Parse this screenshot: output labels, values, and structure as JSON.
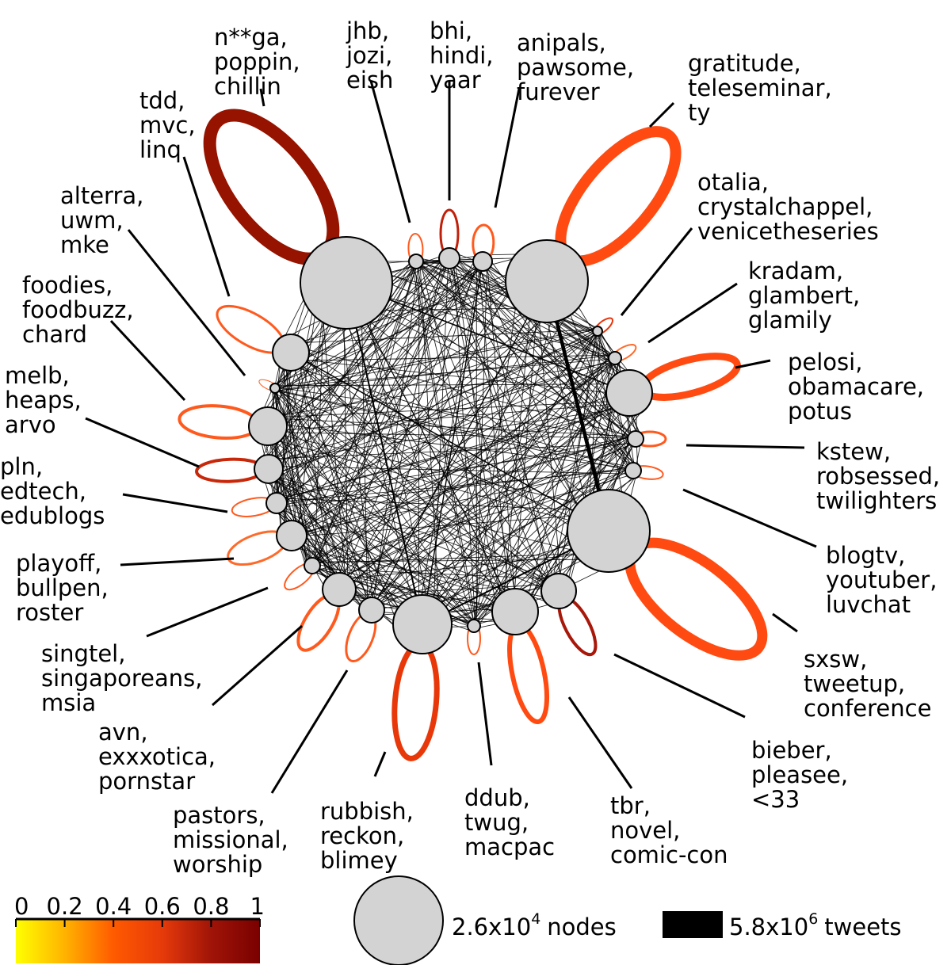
{
  "communities": [
    {
      "id": "nga",
      "lines": [
        "n**ga,",
        "poppin,",
        "chillin"
      ]
    },
    {
      "id": "jhb",
      "lines": [
        "jhb,",
        "jozi,",
        "eish"
      ]
    },
    {
      "id": "bhi",
      "lines": [
        "bhi,",
        "hindi,",
        "yaar"
      ]
    },
    {
      "id": "anipals",
      "lines": [
        "anipals,",
        "pawsome,",
        "furever"
      ]
    },
    {
      "id": "gratitude",
      "lines": [
        "gratitude,",
        "teleseminar,",
        "ty"
      ]
    },
    {
      "id": "tdd",
      "lines": [
        "tdd,",
        "mvc,",
        "linq"
      ]
    },
    {
      "id": "otalia",
      "lines": [
        "otalia,",
        "crystalchappel,",
        "venicetheseries"
      ]
    },
    {
      "id": "alterra",
      "lines": [
        "alterra,",
        "uwm,",
        "mke"
      ]
    },
    {
      "id": "kradam",
      "lines": [
        "kradam,",
        "glambert,",
        "glamily"
      ]
    },
    {
      "id": "foodies",
      "lines": [
        "foodies,",
        "foodbuzz,",
        "chard"
      ]
    },
    {
      "id": "pelosi",
      "lines": [
        "pelosi,",
        "obamacare,",
        "potus"
      ]
    },
    {
      "id": "melb",
      "lines": [
        "melb,",
        "heaps,",
        "arvo"
      ]
    },
    {
      "id": "kstew",
      "lines": [
        "kstew,",
        "robsessed,",
        "twilighters"
      ]
    },
    {
      "id": "pln",
      "lines": [
        "pln,",
        "edtech,",
        "edublogs"
      ]
    },
    {
      "id": "playoff",
      "lines": [
        "playoff,",
        "bullpen,",
        "roster"
      ]
    },
    {
      "id": "blogtv",
      "lines": [
        "blogtv,",
        "youtuber,",
        "luvchat"
      ]
    },
    {
      "id": "singtel",
      "lines": [
        "singtel,",
        "singaporeans,",
        "msia"
      ]
    },
    {
      "id": "sxsw",
      "lines": [
        "sxsw,",
        "tweetup,",
        "conference"
      ]
    },
    {
      "id": "avn",
      "lines": [
        "avn,",
        "exxxotica,",
        "pornstar"
      ]
    },
    {
      "id": "bieber",
      "lines": [
        "bieber,",
        "pleasee,",
        "<33"
      ]
    },
    {
      "id": "pastors",
      "lines": [
        "pastors,",
        "missional,",
        "worship"
      ]
    },
    {
      "id": "rubbish",
      "lines": [
        "rubbish,",
        "reckon,",
        "blimey"
      ]
    },
    {
      "id": "ddub",
      "lines": [
        "ddub,",
        "twug,",
        "macpac"
      ]
    },
    {
      "id": "tbr",
      "lines": [
        "tbr,",
        "novel,",
        "comic-con"
      ]
    }
  ],
  "colorbar": {
    "ticks": [
      "0",
      "0.2",
      "0.4",
      "0.6",
      "0.8",
      "1"
    ],
    "colors": [
      "#ffff00",
      "#ffb300",
      "#ff5a00",
      "#e63a0a",
      "#a01408",
      "#7a0000"
    ]
  },
  "legend": {
    "nodes_base": "2.6x10",
    "nodes_exp": "4",
    "nodes_unit": "nodes",
    "tweets_base": "5.8x10",
    "tweets_exp": "6",
    "tweets_unit": "tweets"
  }
}
